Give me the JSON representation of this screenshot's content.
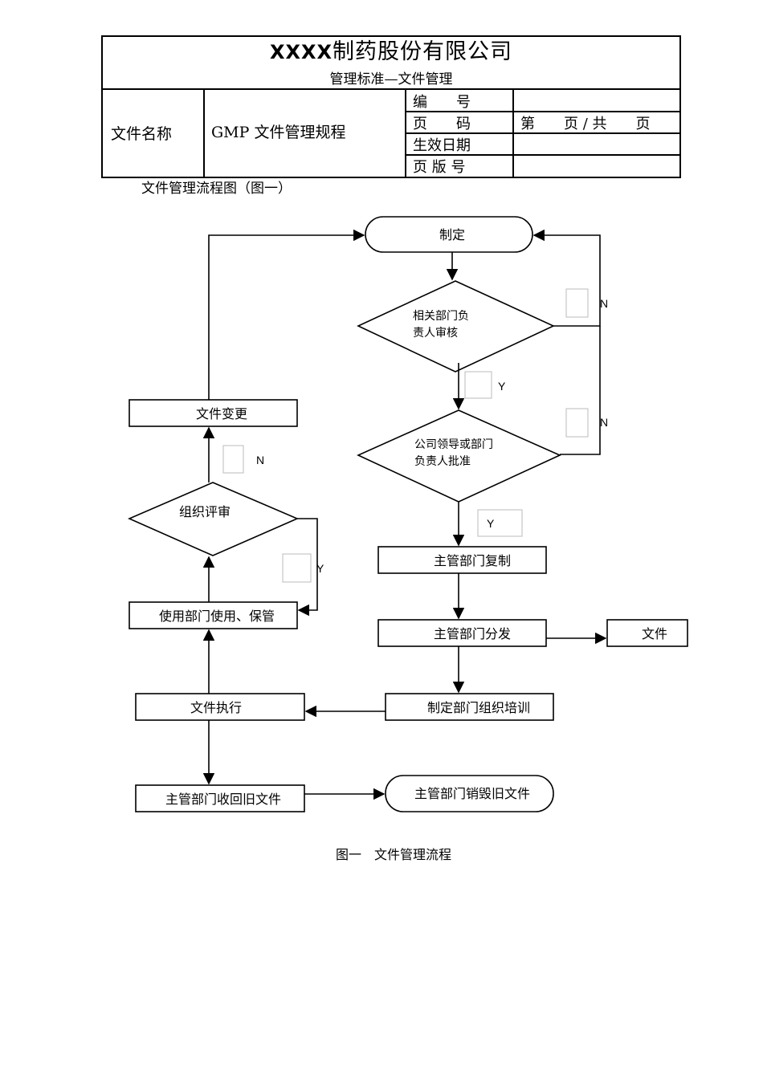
{
  "header": {
    "company_prefix": "XXXX",
    "company_name": "制药股份有限公司",
    "subtitle": "管理标准—文件管理",
    "doc_name_label": "文件名称",
    "doc_name_value": "GMP 文件管理规程",
    "fields": [
      {
        "label": "编　　号",
        "value": ""
      },
      {
        "label": "页　　码",
        "value": "第　　页 / 共　　页"
      },
      {
        "label": "生效日期",
        "value": ""
      },
      {
        "label": "页 版 号",
        "value": ""
      }
    ]
  },
  "caption_top": "文件管理流程图（图一）",
  "flowchart": {
    "start": "制定",
    "review_line1": "相关部门负",
    "review_line2": "责人审核",
    "approve_line1": "公司领导或部门",
    "approve_line2": "负责人批准",
    "copy": "主管部门复制",
    "distribute": "主管部门分发",
    "file": "文件",
    "training": "制定部门组织培训",
    "execute": "文件执行",
    "recall": "主管部门收回旧文件",
    "destroy": "主管部门销毁旧文件",
    "use": "使用部门使用、保管",
    "evaluate": "组织评审",
    "change": "文件变更",
    "yes": "Y",
    "no": "N"
  },
  "caption_bottom": "图一　文件管理流程"
}
